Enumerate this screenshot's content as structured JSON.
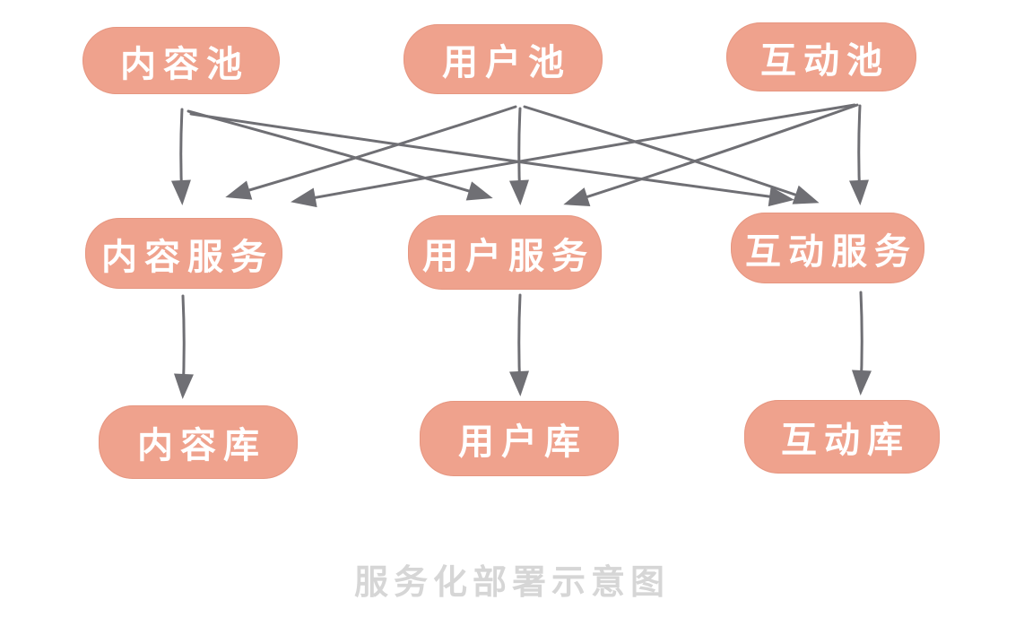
{
  "diagram": {
    "caption": "服务化部署示意图",
    "colors": {
      "node_fill": "#EFA28D",
      "node_text": "#FFFFFF",
      "arrow": "#6F6F74",
      "caption_text": "#D6D6D6",
      "background": "#FFFFFF"
    },
    "nodes": {
      "pool_content": {
        "label": "内容池",
        "row": "pool"
      },
      "pool_user": {
        "label": "用户池",
        "row": "pool"
      },
      "pool_interaction": {
        "label": "互动池",
        "row": "pool"
      },
      "service_content": {
        "label": "内容服务",
        "row": "service"
      },
      "service_user": {
        "label": "用户服务",
        "row": "service"
      },
      "service_interaction": {
        "label": "互动服务",
        "row": "service"
      },
      "db_content": {
        "label": "内容库",
        "row": "database"
      },
      "db_user": {
        "label": "用户库",
        "row": "database"
      },
      "db_interaction": {
        "label": "互动库",
        "row": "database"
      }
    },
    "edges": [
      {
        "from": "pool_content",
        "to": "service_content"
      },
      {
        "from": "pool_content",
        "to": "service_user"
      },
      {
        "from": "pool_content",
        "to": "service_interaction"
      },
      {
        "from": "pool_user",
        "to": "service_content"
      },
      {
        "from": "pool_user",
        "to": "service_user"
      },
      {
        "from": "pool_user",
        "to": "service_interaction"
      },
      {
        "from": "pool_interaction",
        "to": "service_content"
      },
      {
        "from": "pool_interaction",
        "to": "service_user"
      },
      {
        "from": "pool_interaction",
        "to": "service_interaction"
      },
      {
        "from": "service_content",
        "to": "db_content"
      },
      {
        "from": "service_user",
        "to": "db_user"
      },
      {
        "from": "service_interaction",
        "to": "db_interaction"
      }
    ]
  }
}
